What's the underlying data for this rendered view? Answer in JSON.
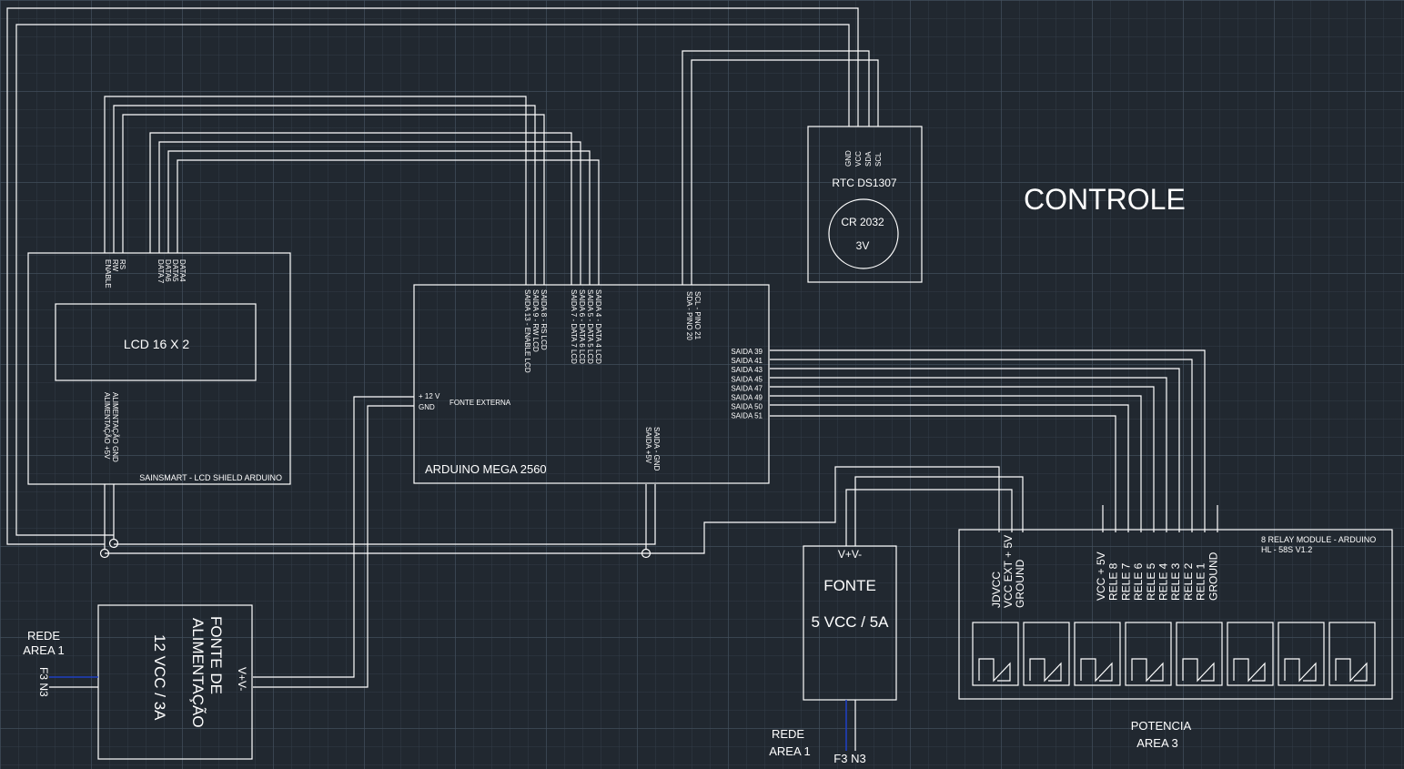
{
  "title": "CONTROLE",
  "rtc": {
    "name": "RTC DS1307",
    "battery": "CR 2032",
    "battery_voltage": "3V",
    "pins": [
      "GND",
      "VCC",
      "SDA",
      "SCL"
    ]
  },
  "lcd": {
    "display": "LCD 16 X 2",
    "footer": "SAINSMART - LCD SHIELD ARDUINO",
    "pins": [
      "RS",
      "RW",
      "ENABLE",
      "DATA4",
      "DATA5",
      "DATA6",
      "DATA 7"
    ],
    "power_pins": [
      "ALIMENTAÇÃO  GND",
      "ALIMENTAÇÃO +5V"
    ]
  },
  "arduino": {
    "name": "ARDUINO MEGA 2560",
    "lcd_control_outputs": [
      "SAIDA 8 - RS LCD",
      "SAIDA 9 - RW LCD",
      "SAIDA 13 - ENABLE LCD"
    ],
    "lcd_data_outputs": [
      "SAIDA 4 - DATA 4 LCD",
      "SAIDA 5 - DATA 5 LCD",
      "SAIDA 6 - DATA 6 LCD",
      "SAIDA 7 - DATA 7 LCD"
    ],
    "i2c_pins": [
      "SCL - PINO 21",
      "SDA - PINO 20"
    ],
    "relay_outputs": [
      "SAIDA 39",
      "SAIDA 41",
      "SAIDA 43",
      "SAIDA 45",
      "SAIDA 47",
      "SAIDA 49",
      "SAIDA 50",
      "SAIDA 51"
    ],
    "ext_power_pins": [
      "+ 12 V",
      "GND"
    ],
    "ext_power_label": "FONTE EXTERNA",
    "power_out_pins": [
      "SAIDA - GND",
      "SAIDA +5V"
    ]
  },
  "psu_12v": {
    "title_lines": [
      "FONTE DE",
      "ALIMENTAÇÃO",
      "12 VCC / 3A"
    ],
    "out_label": "V+V-",
    "input_label": "F3 N3",
    "network_lines": [
      "REDE",
      "AREA 1"
    ]
  },
  "psu_5v": {
    "terminals": "V+V-",
    "title": "FONTE",
    "rating": "5 VCC / 5A",
    "network_lines": [
      "REDE",
      "AREA 1"
    ],
    "input_label": "F3 N3"
  },
  "relay_module": {
    "name_lines": [
      "8 RELAY MODULE - ARDUINO",
      "HL - 58S V1.2"
    ],
    "left_pins": [
      "JDVCC",
      "VCC EXT + 5V",
      "GROUND"
    ],
    "right_pins": [
      "VCC + 5V",
      "RELE 8",
      "RELE 7",
      "RELE 6",
      "RELE 5",
      "RELE 4",
      "RELE 3",
      "RELE 2",
      "RELE 1",
      "GROUND"
    ],
    "relay_count": 8
  },
  "power_area": [
    "POTENCIA",
    "AREA 3"
  ]
}
